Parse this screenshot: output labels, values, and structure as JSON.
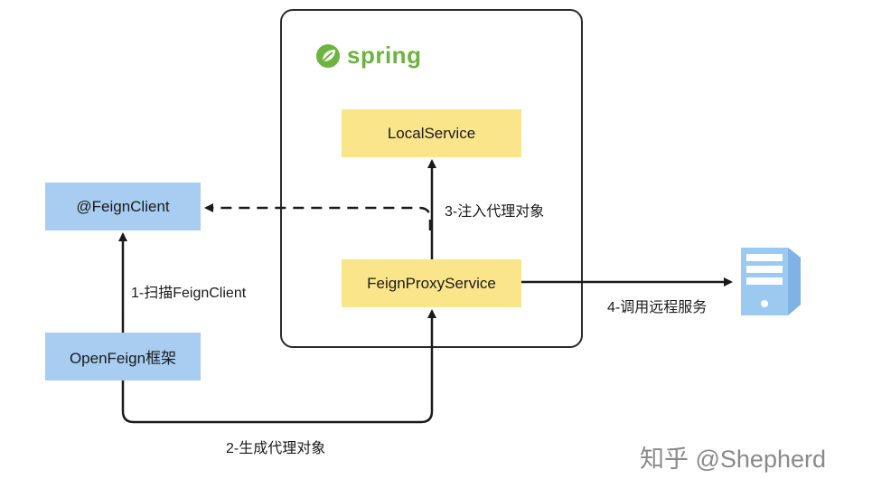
{
  "nodes": {
    "feign_client": "@FeignClient",
    "openfeign": "OpenFeign框架",
    "local_service": "LocalService",
    "feign_proxy_service": "FeignProxyService"
  },
  "edges": {
    "scan": "1-扫描FeignClient",
    "generate": "2-生成代理对象",
    "inject": "3-注入代理对象",
    "call_remote": "4-调用远程服务"
  },
  "container": {
    "logo_text": "spring"
  },
  "server": {
    "icon": "server-icon"
  },
  "watermark": "知乎 @Shepherd",
  "colors": {
    "blue_node": "#a8cdf1",
    "yellow_node": "#fbe58b",
    "spring_green": "#6db33f",
    "server_blue": "#9cc9f0"
  }
}
